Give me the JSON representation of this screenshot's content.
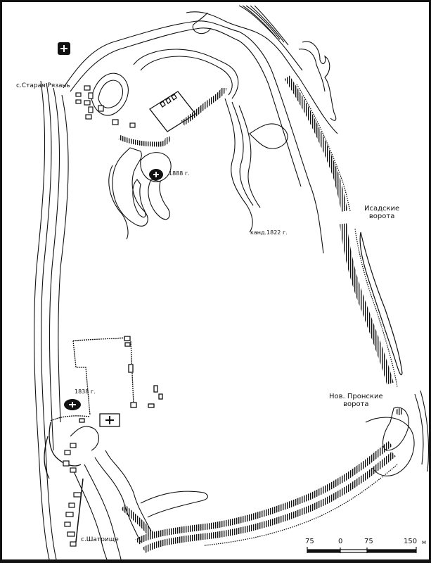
{
  "map": {
    "title": "",
    "labels": {
      "village_staraya_ryazan": "с.Старая Рязань",
      "church_1888": "1888 г.",
      "excavation_1822": "канд.1822 г.",
      "isadskie_gates_line1": "Исадские",
      "isadskie_gates_line2": "ворота",
      "church_1838": "1838 г.",
      "nov_pronskie_gates_line1": "Нов. Пронские",
      "nov_pronskie_gates_line2": "ворота",
      "village_shatrishche": "с.Шатрище"
    },
    "scale_bar": {
      "ticks": [
        "75",
        "0",
        "75",
        "150"
      ],
      "unit": "м"
    },
    "symbols": {
      "church": "church-cross-icon",
      "rampart": "hachured-rampart",
      "contour": "contour-line",
      "building": "building-outline"
    },
    "colors": {
      "ink": "#111111",
      "paper": "#ffffff"
    }
  }
}
